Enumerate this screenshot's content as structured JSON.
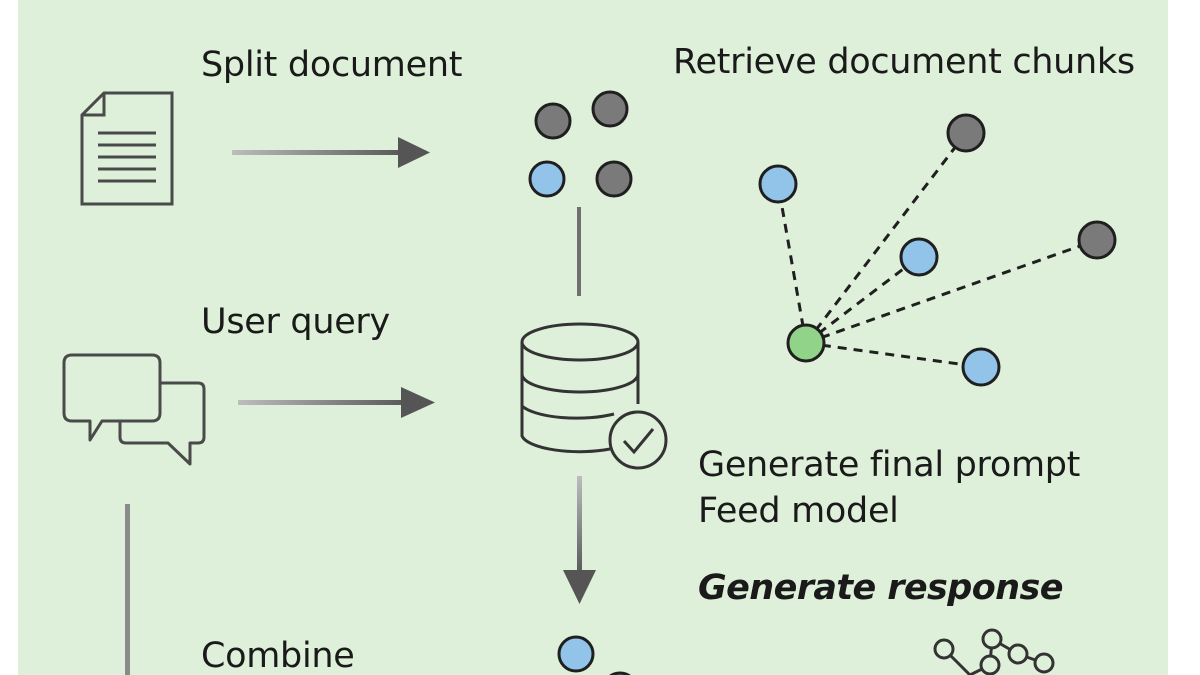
{
  "labels": {
    "split_document": "Split document",
    "retrieve_chunks": "Retrieve document chunks",
    "user_query": "User query",
    "generate_final_prompt": "Generate final prompt",
    "feed_model": "Feed model",
    "generate_response": "Generate response",
    "combine": "Combine"
  },
  "icons": {
    "document": "document-icon",
    "chat": "chat-bubbles-icon",
    "database": "database-check-icon",
    "network": "neural-network-icon"
  },
  "colors": {
    "panel_background": "#dff0da",
    "chunk_gray": "#7a7a7a",
    "chunk_blue": "#92c4ea",
    "query_green": "#92d38a",
    "outline": "#1f1f1f",
    "icon_stroke": "#4a4a4a"
  }
}
